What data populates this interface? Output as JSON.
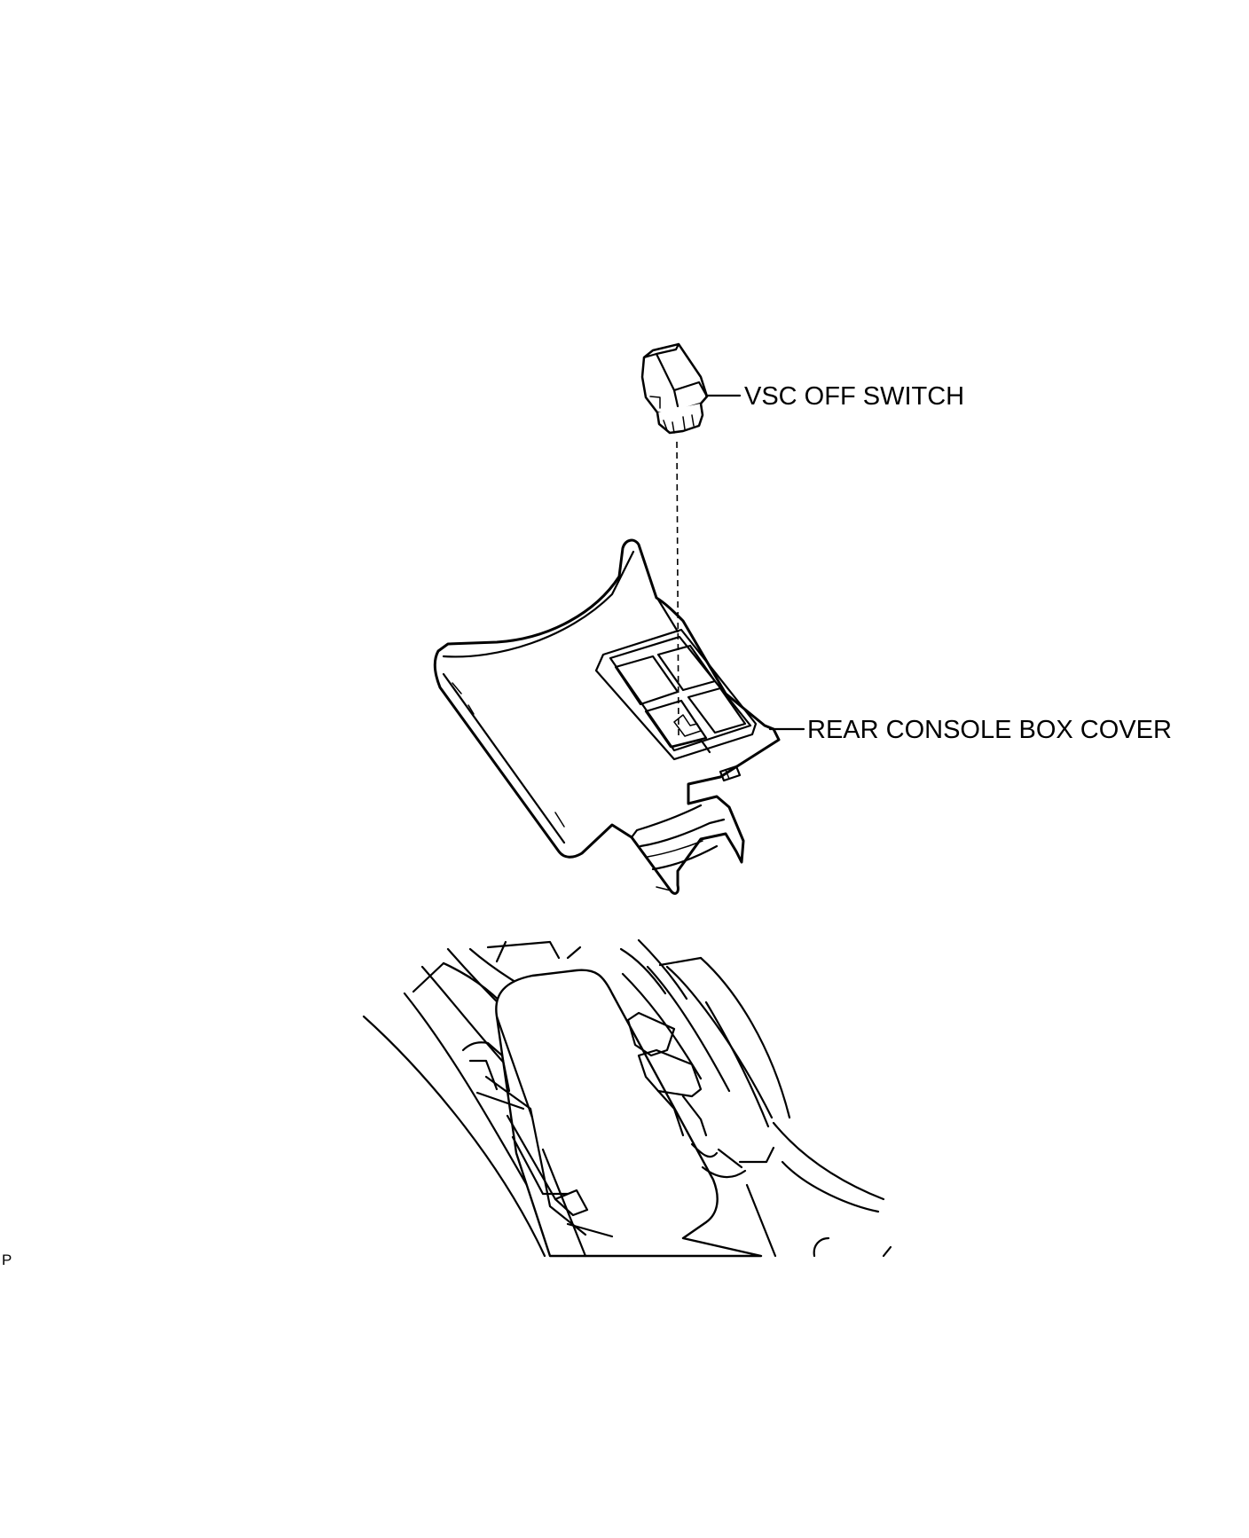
{
  "labels": {
    "vsc_off_switch": "VSC OFF SWITCH",
    "rear_console_box_cover": "REAR CONSOLE BOX COVER",
    "corner_code": "P"
  },
  "colors": {
    "line": "#000000",
    "background": "#ffffff"
  }
}
